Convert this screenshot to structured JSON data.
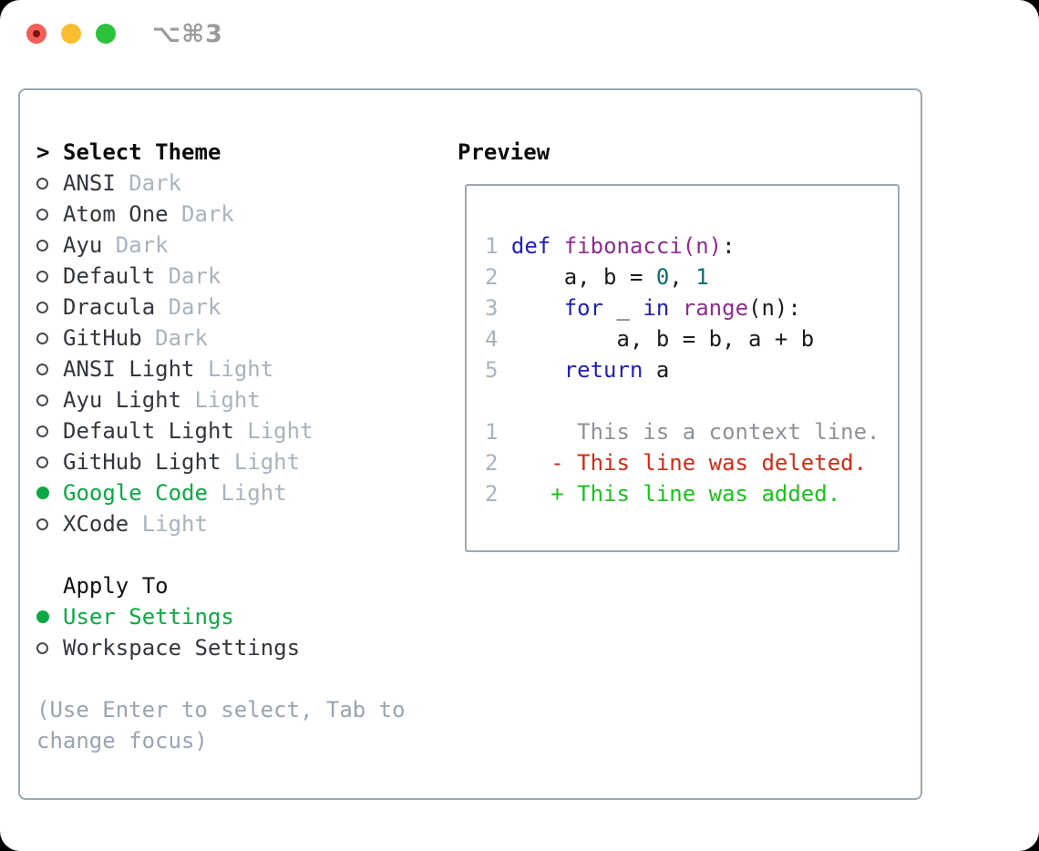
{
  "window": {
    "title": "⌥⌘3",
    "traffic_lights": {
      "close": "#f25f58",
      "minimize": "#f9bd2f",
      "maximize": "#2dc23c"
    }
  },
  "panel": {
    "theme_section": {
      "cursor": ">",
      "header": "Select Theme",
      "items": [
        {
          "label": "ANSI",
          "variant": "Dark",
          "selected": false
        },
        {
          "label": "Atom One",
          "variant": "Dark",
          "selected": false
        },
        {
          "label": "Ayu",
          "variant": "Dark",
          "selected": false
        },
        {
          "label": "Default",
          "variant": "Dark",
          "selected": false
        },
        {
          "label": "Dracula",
          "variant": "Dark",
          "selected": false
        },
        {
          "label": "GitHub",
          "variant": "Dark",
          "selected": false
        },
        {
          "label": "ANSI Light",
          "variant": "Light",
          "selected": false
        },
        {
          "label": "Ayu Light",
          "variant": "Light",
          "selected": false
        },
        {
          "label": "Default Light",
          "variant": "Light",
          "selected": false
        },
        {
          "label": "GitHub Light",
          "variant": "Light",
          "selected": false
        },
        {
          "label": "Google Code",
          "variant": "Light",
          "selected": true
        },
        {
          "label": "XCode",
          "variant": "Light",
          "selected": false
        }
      ]
    },
    "apply_section": {
      "header": "Apply To",
      "items": [
        {
          "label": "User Settings",
          "selected": true
        },
        {
          "label": "Workspace Settings",
          "selected": false
        }
      ]
    },
    "hint": "(Use Enter to select, Tab to change focus)",
    "preview": {
      "header": "Preview",
      "code_lines": [
        [
          {
            "t": "1 ",
            "c": "lineno"
          },
          {
            "t": "def",
            "c": "keyword"
          },
          {
            "t": " ",
            "c": "plain"
          },
          {
            "t": "fibonacci(n)",
            "c": "function"
          },
          {
            "t": ":",
            "c": "plain"
          }
        ],
        [
          {
            "t": "2 ",
            "c": "lineno"
          },
          {
            "t": "    a, b = ",
            "c": "plain"
          },
          {
            "t": "0",
            "c": "literal"
          },
          {
            "t": ", ",
            "c": "plain"
          },
          {
            "t": "1",
            "c": "literal"
          }
        ],
        [
          {
            "t": "3 ",
            "c": "lineno"
          },
          {
            "t": "    ",
            "c": "plain"
          },
          {
            "t": "for",
            "c": "keyword"
          },
          {
            "t": " _ ",
            "c": "plain"
          },
          {
            "t": "in",
            "c": "keyword"
          },
          {
            "t": " ",
            "c": "plain"
          },
          {
            "t": "range",
            "c": "function"
          },
          {
            "t": "(n):",
            "c": "plain"
          }
        ],
        [
          {
            "t": "4 ",
            "c": "lineno"
          },
          {
            "t": "        a, b = b, a + b",
            "c": "plain"
          }
        ],
        [
          {
            "t": "5 ",
            "c": "lineno"
          },
          {
            "t": "    ",
            "c": "plain"
          },
          {
            "t": "return",
            "c": "keyword"
          },
          {
            "t": " a",
            "c": "plain"
          }
        ],
        [
          {
            "t": " ",
            "c": "plain"
          }
        ],
        [
          {
            "t": "1 ",
            "c": "lineno"
          },
          {
            "t": "     This is a context line.",
            "c": "context"
          }
        ],
        [
          {
            "t": "2 ",
            "c": "lineno"
          },
          {
            "t": "   - This line was deleted.",
            "c": "deleted"
          }
        ],
        [
          {
            "t": "2 ",
            "c": "lineno"
          },
          {
            "t": "   + This line was added.",
            "c": "added"
          }
        ]
      ]
    }
  },
  "colors": {
    "selected_green": "#0ba843",
    "added_green": "#1cc11c",
    "deleted_red": "#d02b16",
    "keyword_blue": "#1f1fb4",
    "function_purple": "#8f2c8f",
    "literal_teal": "#0c6b6e",
    "muted_gray": "#a9b3bd",
    "border_gray": "#9ea8b2"
  }
}
